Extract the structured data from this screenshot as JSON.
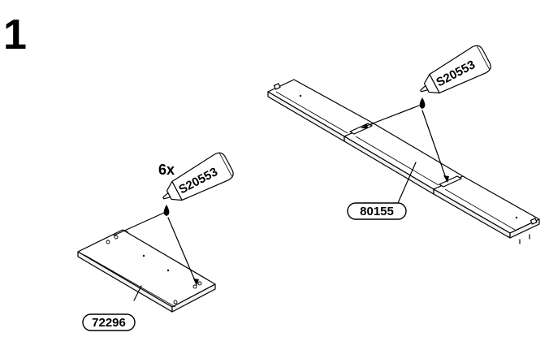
{
  "step_number": "1",
  "quantity": "6x",
  "glue_label": "S20553",
  "parts": {
    "short_panel": "72296",
    "long_rail": "80155"
  }
}
